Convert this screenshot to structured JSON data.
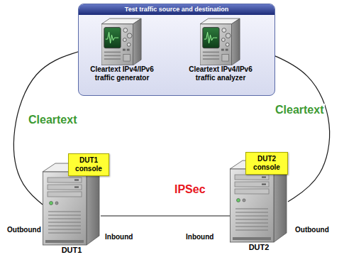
{
  "diagram": {
    "nodes": [
      {
        "text": [
          "Test traffic source and destination"
        ]
      },
      {
        "text": [
          "Cleartext IPv4/IPv6 traffic generator"
        ],
        "in": 0
      },
      {
        "text": [
          "Cleartext IPv4/IPv6 traffic analyzer"
        ],
        "in": 0
      },
      {
        "text": [
          "DUT1 console"
        ]
      },
      {
        "text": [
          "DUT2 console"
        ]
      },
      {
        "text": [
          "DUT1"
        ]
      },
      {
        "text": [
          "DUT2"
        ]
      }
    ],
    "edges": [
      {
        "from": 1,
        "to": 5,
        "arrow": "none",
        "label": "Cleartext"
      },
      {
        "from": 5,
        "to": 6,
        "arrow": "none",
        "label": "IPSec"
      },
      {
        "from": 6,
        "to": 2,
        "arrow": "none",
        "label": "Cleartext"
      }
    ],
    "labels": [
      "Outbound",
      "Inbound",
      "Inbound",
      "Outbound"
    ]
  }
}
